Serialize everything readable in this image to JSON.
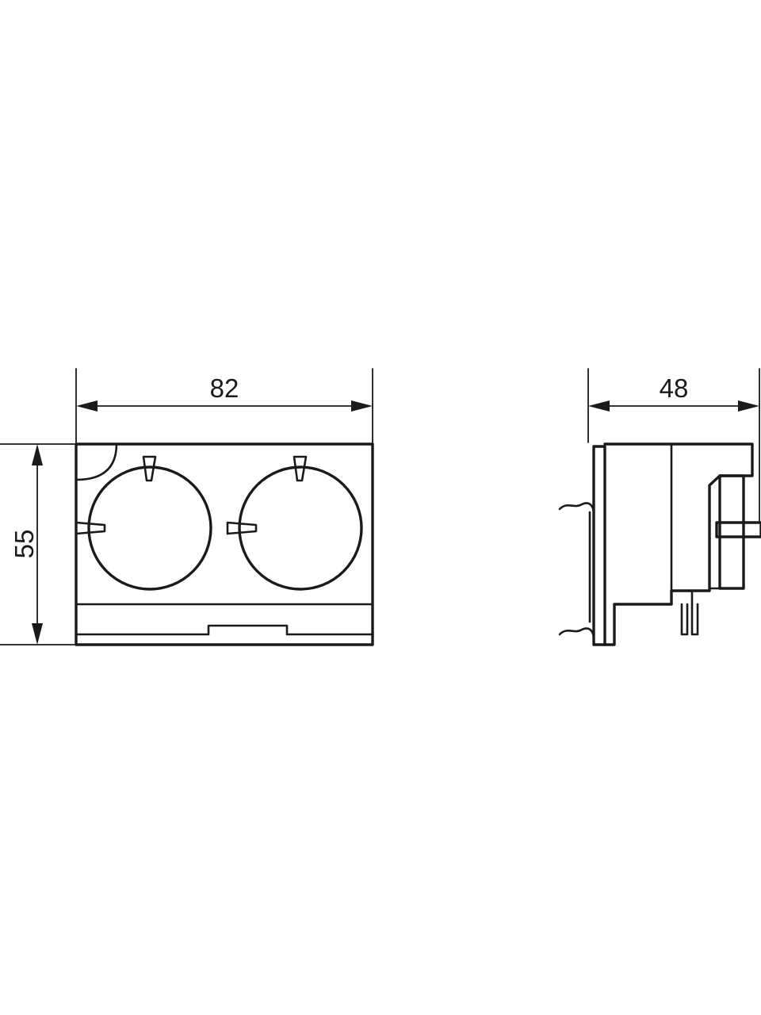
{
  "dimensions": {
    "front_width": "82",
    "front_height": "55",
    "side_depth": "48"
  },
  "colors": {
    "line": "#1a1a1a",
    "background": "#ffffff"
  }
}
